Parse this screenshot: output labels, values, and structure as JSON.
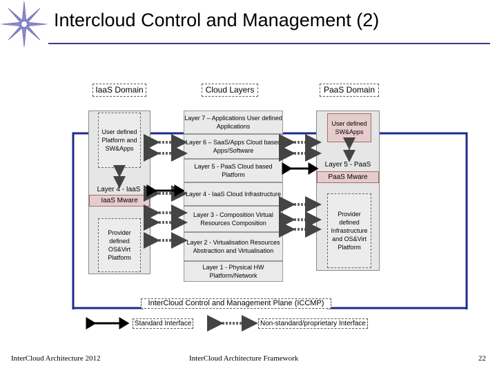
{
  "title": "Intercloud Control and Management (2)",
  "domains": {
    "iaas": "IaaS Domain",
    "cloud_layers": "Cloud Layers",
    "paas": "PaaS Domain"
  },
  "iaas": {
    "user_defined": "User defined Platform and SW&Apps",
    "layer4": "Layer 4 - IaaS",
    "mware": "IaaS Mware",
    "provider": "Provider defined OS&Virt Platform"
  },
  "layers": [
    "Layer 7 – Applications User defined Applications",
    "Layer 6 – SaaS/Apps Cloud based Apps/Software",
    "Layer 5 - PaaS Cloud based Platform",
    "Layer 4 - IaaS Cloud Infrastructure",
    "Layer 3 - Composition Virtual Resources Composition",
    "Layer 2 - Virtualisation Resources Abstraction and Virtualisation",
    "Layer 1 - Physical HW Platform/Network"
  ],
  "paas": {
    "user_defined": "User defined SW&Apps",
    "layer5": "Layer 5 - PaaS",
    "mware": "PaaS Mware",
    "provider": "Provider defined Infrastructure and OS&Virt Platform"
  },
  "plane_label": "InterCloud Control and Management Plane (ICCMP)",
  "legend": {
    "standard": "Standard Interface",
    "nonstandard": "Non-standard/proprietary Interface"
  },
  "footer": {
    "left": "InterCloud Architecture 2012",
    "center": "InterCloud Architecture Framework",
    "page": "22"
  }
}
